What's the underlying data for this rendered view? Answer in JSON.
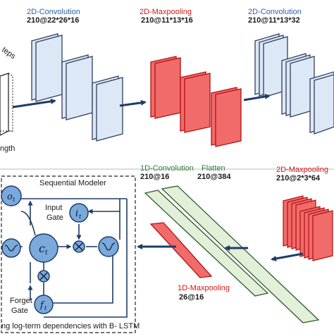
{
  "cnn": {
    "conv1": {
      "title": "2D-Convolution",
      "dims": "210@22*26*16"
    },
    "pool1": {
      "title": "2D-Maxpooling",
      "dims": "210@11*13*16"
    },
    "conv2": {
      "title": "2D-Convolution",
      "dims": "210@11*13*32"
    },
    "pool2": {
      "title": "2D-Maxpooling",
      "dims": "210@2*3*64"
    },
    "flatten": {
      "title": "Flatten",
      "dims": "210@384"
    },
    "conv1d": {
      "title": "1D-Convolution",
      "dims": "210@16"
    },
    "pool1d": {
      "title": "1D-Maxpooling",
      "dims": "26@16"
    },
    "input": {
      "label_top": "teps",
      "label_bottom": "ngth"
    }
  },
  "lstm": {
    "title": "Sequential Modeler",
    "caption": "ng log-term dependencies with B- LSTM",
    "input_gate": [
      "Input",
      "Gate"
    ],
    "forget_gate": [
      "Forget",
      "Gate"
    ],
    "nodes": {
      "o": "o",
      "o_sub": "t",
      "i": "i",
      "i_sub": "t",
      "c": "c",
      "c_sub": "t",
      "f": "f",
      "f_sub": "t"
    }
  },
  "colors": {
    "blue_text": "#2e5fa3",
    "red_text": "#d11a1a",
    "green_text": "#2f7a3a",
    "blue_layer": "#dde8f6",
    "red_layer": "#f26b6b",
    "green_layer": "#e2efd9",
    "node_fill": "#7aa9dc",
    "arrow": "#1f3c66"
  }
}
